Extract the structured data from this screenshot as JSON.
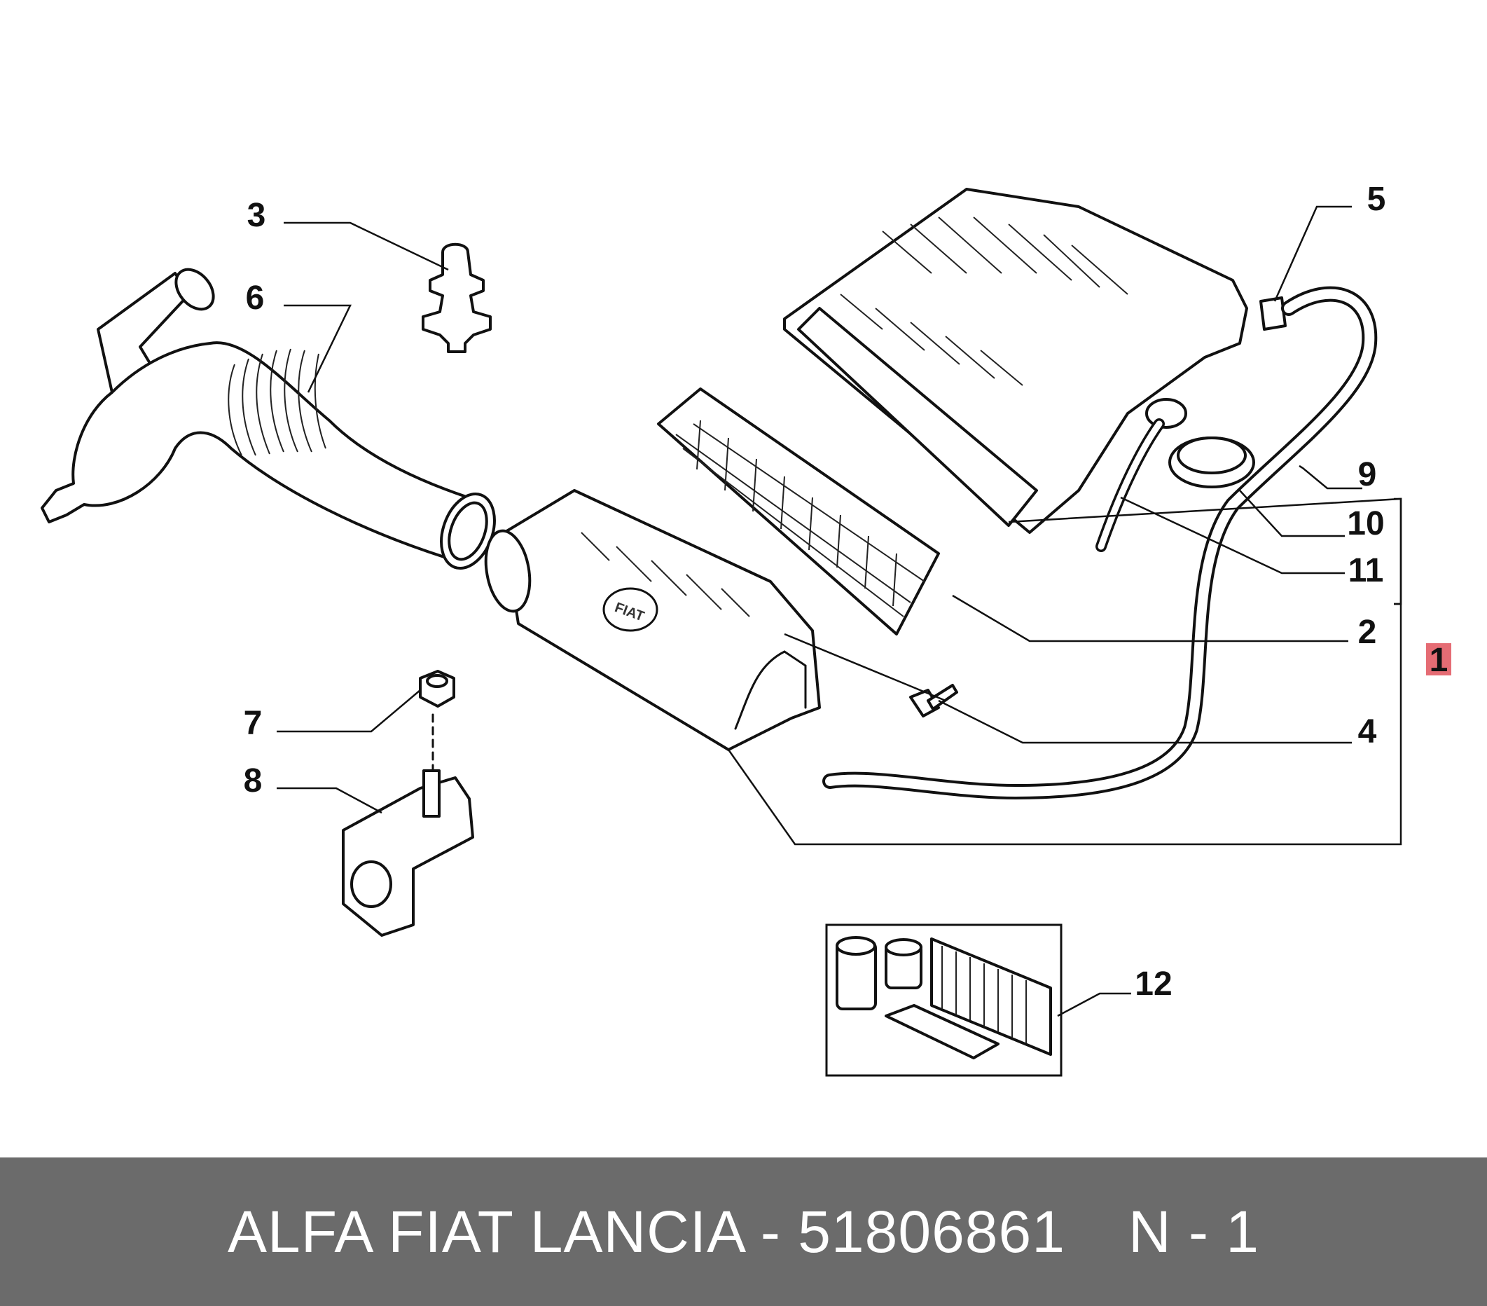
{
  "diagram": {
    "callouts": {
      "c1": "1",
      "c2": "2",
      "c3": "3",
      "c4": "4",
      "c5": "5",
      "c6": "6",
      "c7": "7",
      "c8": "8",
      "c9": "9",
      "c10": "10",
      "c11": "11",
      "c12": "12"
    },
    "highlight_color": "#e0525c",
    "cover_logo": "FIAT"
  },
  "footer": {
    "brand": "ALFA FIAT LANCIA",
    "separator": " - ",
    "part_number": "51806861",
    "note": "N - 1",
    "background": "#6b6b6b"
  }
}
